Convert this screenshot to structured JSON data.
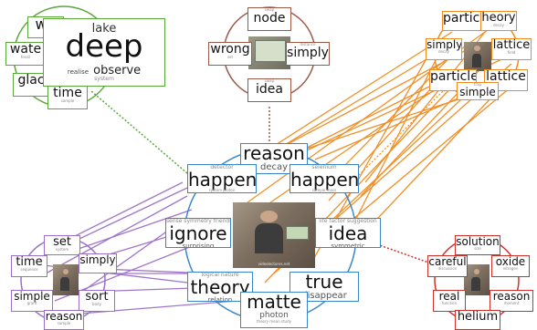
{
  "center": {
    "cards": [
      {
        "id": "reason",
        "main": "reason",
        "minor": "decay",
        "tiny": "gravity  quantum"
      },
      {
        "id": "happen-l",
        "main": "happen",
        "minor": "detector",
        "tiny": "system  proton"
      },
      {
        "id": "happen-r",
        "main": "happen",
        "minor": "selenium",
        "tiny": "sample  mass"
      },
      {
        "id": "ignore",
        "main": "ignore",
        "minor": "surprising",
        "tiny": "sense  symmetry  friendly"
      },
      {
        "id": "idea",
        "main": "idea",
        "minor": "symmetric",
        "tiny": "life  factor  suggestion"
      },
      {
        "id": "theory",
        "main": "theory",
        "minor": "relation",
        "tiny": "logical  nature"
      },
      {
        "id": "true",
        "main": "true",
        "minor": "disappear",
        "tiny": "job  situation"
      },
      {
        "id": "matter",
        "main": "matte",
        "minor": "photon",
        "tiny": "theory  mean  study"
      }
    ]
  },
  "green_cluster": {
    "deep_card": {
      "main": "deep",
      "minor_top": "lake",
      "minor": "observe",
      "minor_left": "realise",
      "tiny": "system"
    },
    "cards": [
      {
        "id": "wa",
        "main": "wa",
        "tiny": "chemical"
      },
      {
        "id": "wate",
        "main": "wate",
        "tiny": "fossil"
      },
      {
        "id": "glac",
        "main": "glac",
        "tiny": "ice"
      },
      {
        "id": "time",
        "main": "time",
        "tiny": "sample"
      }
    ]
  },
  "brown_cluster": {
    "cards": [
      {
        "id": "node",
        "main": "node",
        "tiny": "swap"
      },
      {
        "id": "wrong",
        "main": "wrong",
        "tiny": "set"
      },
      {
        "id": "simply",
        "main": "simply",
        "tiny": "distance"
      },
      {
        "id": "idea",
        "main": "idea",
        "tiny": "swap"
      }
    ]
  },
  "orange_cluster": {
    "cards": [
      {
        "id": "particle-top",
        "main": "particle",
        "tiny": ""
      },
      {
        "id": "theory",
        "main": "heory",
        "tiny": "decay"
      },
      {
        "id": "simply",
        "main": "simply",
        "tiny": "decay"
      },
      {
        "id": "lattice-top",
        "main": "lattice",
        "tiny": "field"
      },
      {
        "id": "particle-bottom",
        "main": "particle",
        "tiny": ""
      },
      {
        "id": "lattice-bottom",
        "main": "lattice",
        "tiny": ""
      },
      {
        "id": "simple",
        "main": "simple",
        "tiny": "trap"
      }
    ]
  },
  "purple_cluster": {
    "cards": [
      {
        "id": "set",
        "main": "set",
        "tiny": "system"
      },
      {
        "id": "time",
        "main": "time",
        "tiny": "sequence"
      },
      {
        "id": "simply",
        "main": "simply",
        "tiny": ""
      },
      {
        "id": "simple",
        "main": "simple",
        "tiny": "grant"
      },
      {
        "id": "sort",
        "main": "sort",
        "tiny": "body"
      },
      {
        "id": "reason",
        "main": "reason",
        "tiny": "sample"
      }
    ]
  },
  "red_cluster": {
    "cards": [
      {
        "id": "solution",
        "main": "solution",
        "tiny": "size"
      },
      {
        "id": "careful",
        "main": "careful",
        "tiny": "discussion"
      },
      {
        "id": "oxide",
        "main": "oxide",
        "tiny": "nitrogen"
      },
      {
        "id": "real",
        "main": "real",
        "tiny": "function"
      },
      {
        "id": "reason",
        "main": "reason",
        "tiny": "moment"
      },
      {
        "id": "helium",
        "main": "helium",
        "tiny": ""
      }
    ]
  },
  "colors": {
    "blue": "#3a87c8",
    "green": "#5aa83a",
    "brown": "#9b5a47",
    "orange": "#f08a1c",
    "purple": "#9a6fc8",
    "red": "#d0302a"
  }
}
